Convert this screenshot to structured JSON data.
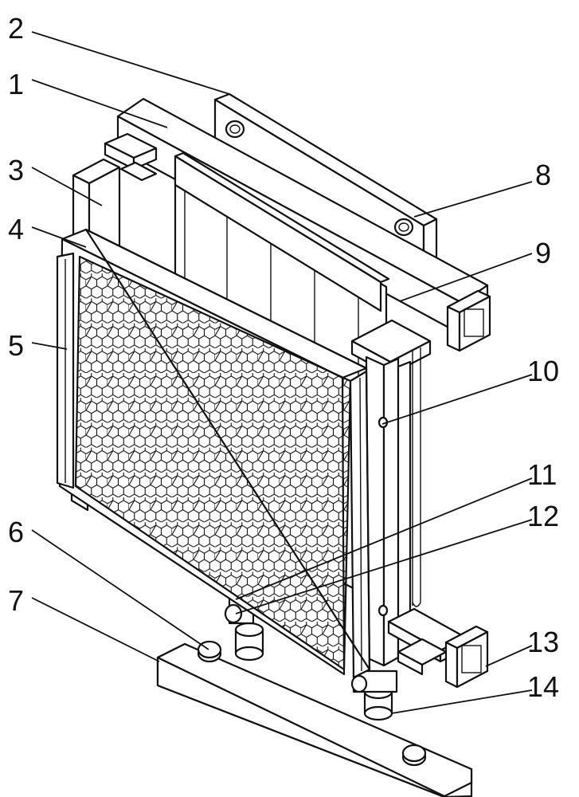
{
  "figure": {
    "callouts": [
      "1",
      "2",
      "3",
      "4",
      "5",
      "6",
      "7",
      "8",
      "9",
      "10",
      "11",
      "12",
      "13",
      "14"
    ]
  }
}
